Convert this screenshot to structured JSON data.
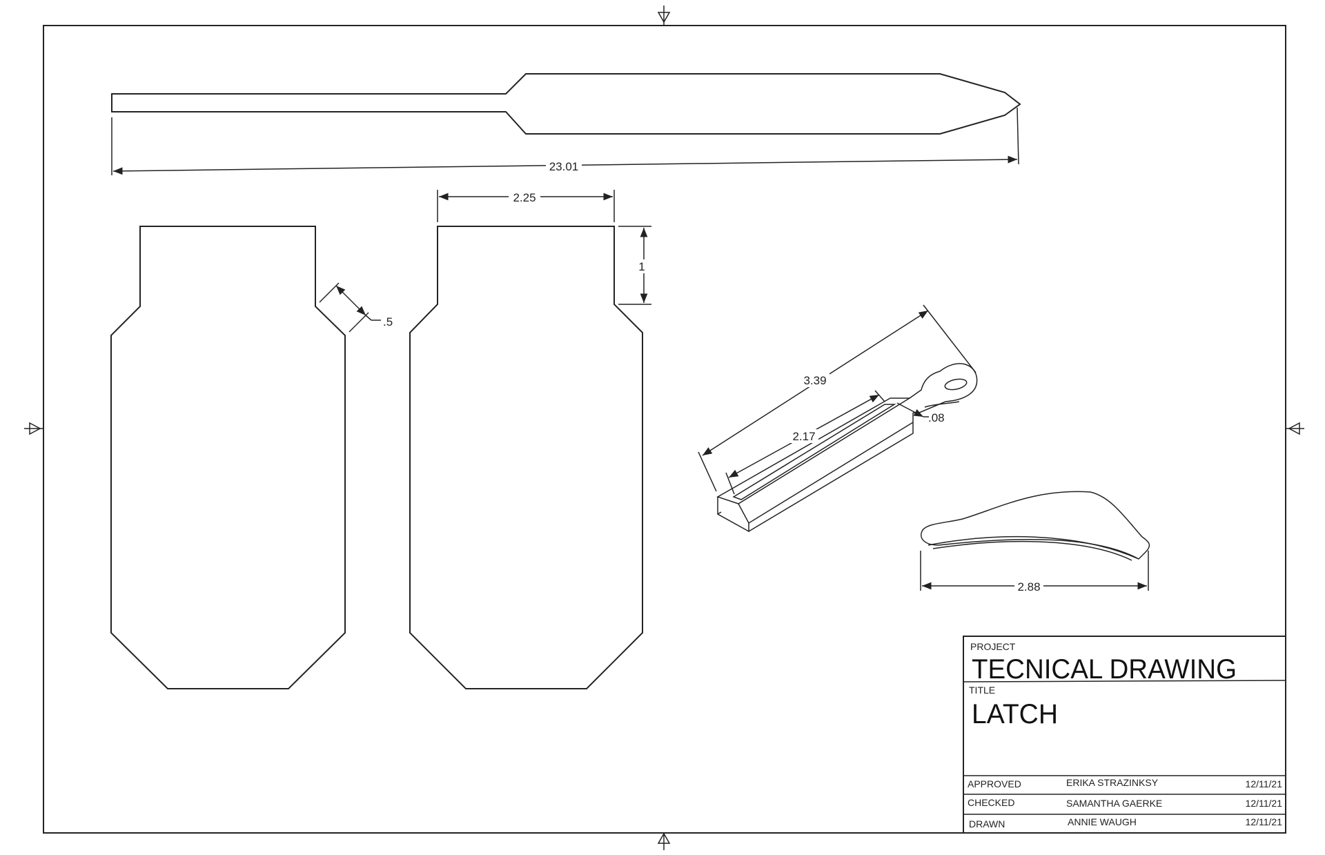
{
  "dimensions": {
    "overall_length": "23.01",
    "width": "2.25",
    "tab_height": "1",
    "chamfer": ".5",
    "iso_length_outer": "3.39",
    "iso_length_inner": "2.17",
    "iso_thickness": ".08",
    "curved_length": "2.88"
  },
  "title_block": {
    "project_label": "PROJECT",
    "project": "TECNICAL DRAWING",
    "title_label": "TITLE",
    "title": "LATCH",
    "rows": [
      {
        "role": "APPROVED",
        "name": "ERIKA STRAZINKSY",
        "date": "12/11/21"
      },
      {
        "role": "CHECKED",
        "name": "SAMANTHA GAERKE",
        "date": "12/11/21"
      },
      {
        "role": "DRAWN",
        "name": "ANNIE WAUGH",
        "date": "12/11/21"
      }
    ]
  }
}
